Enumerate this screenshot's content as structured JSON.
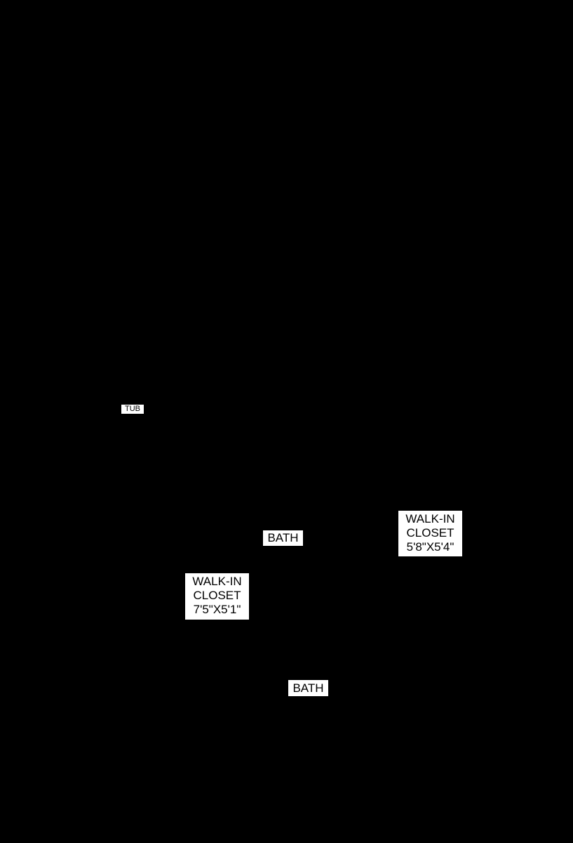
{
  "floor_plan": {
    "background_color": "#000000",
    "label_background_color": "#ffffff",
    "label_text_color": "#000000",
    "rooms": {
      "tub": {
        "label": "TUB"
      },
      "bath_upper": {
        "label": "BATH"
      },
      "closet_right": {
        "name": "WALK-IN",
        "name_line2": "CLOSET",
        "dimensions": "5'8\"X5'4\""
      },
      "closet_left": {
        "name": "WALK-IN",
        "name_line2": "CLOSET",
        "dimensions": "7'5\"X5'1\""
      },
      "bath_lower": {
        "label": "BATH"
      }
    }
  }
}
